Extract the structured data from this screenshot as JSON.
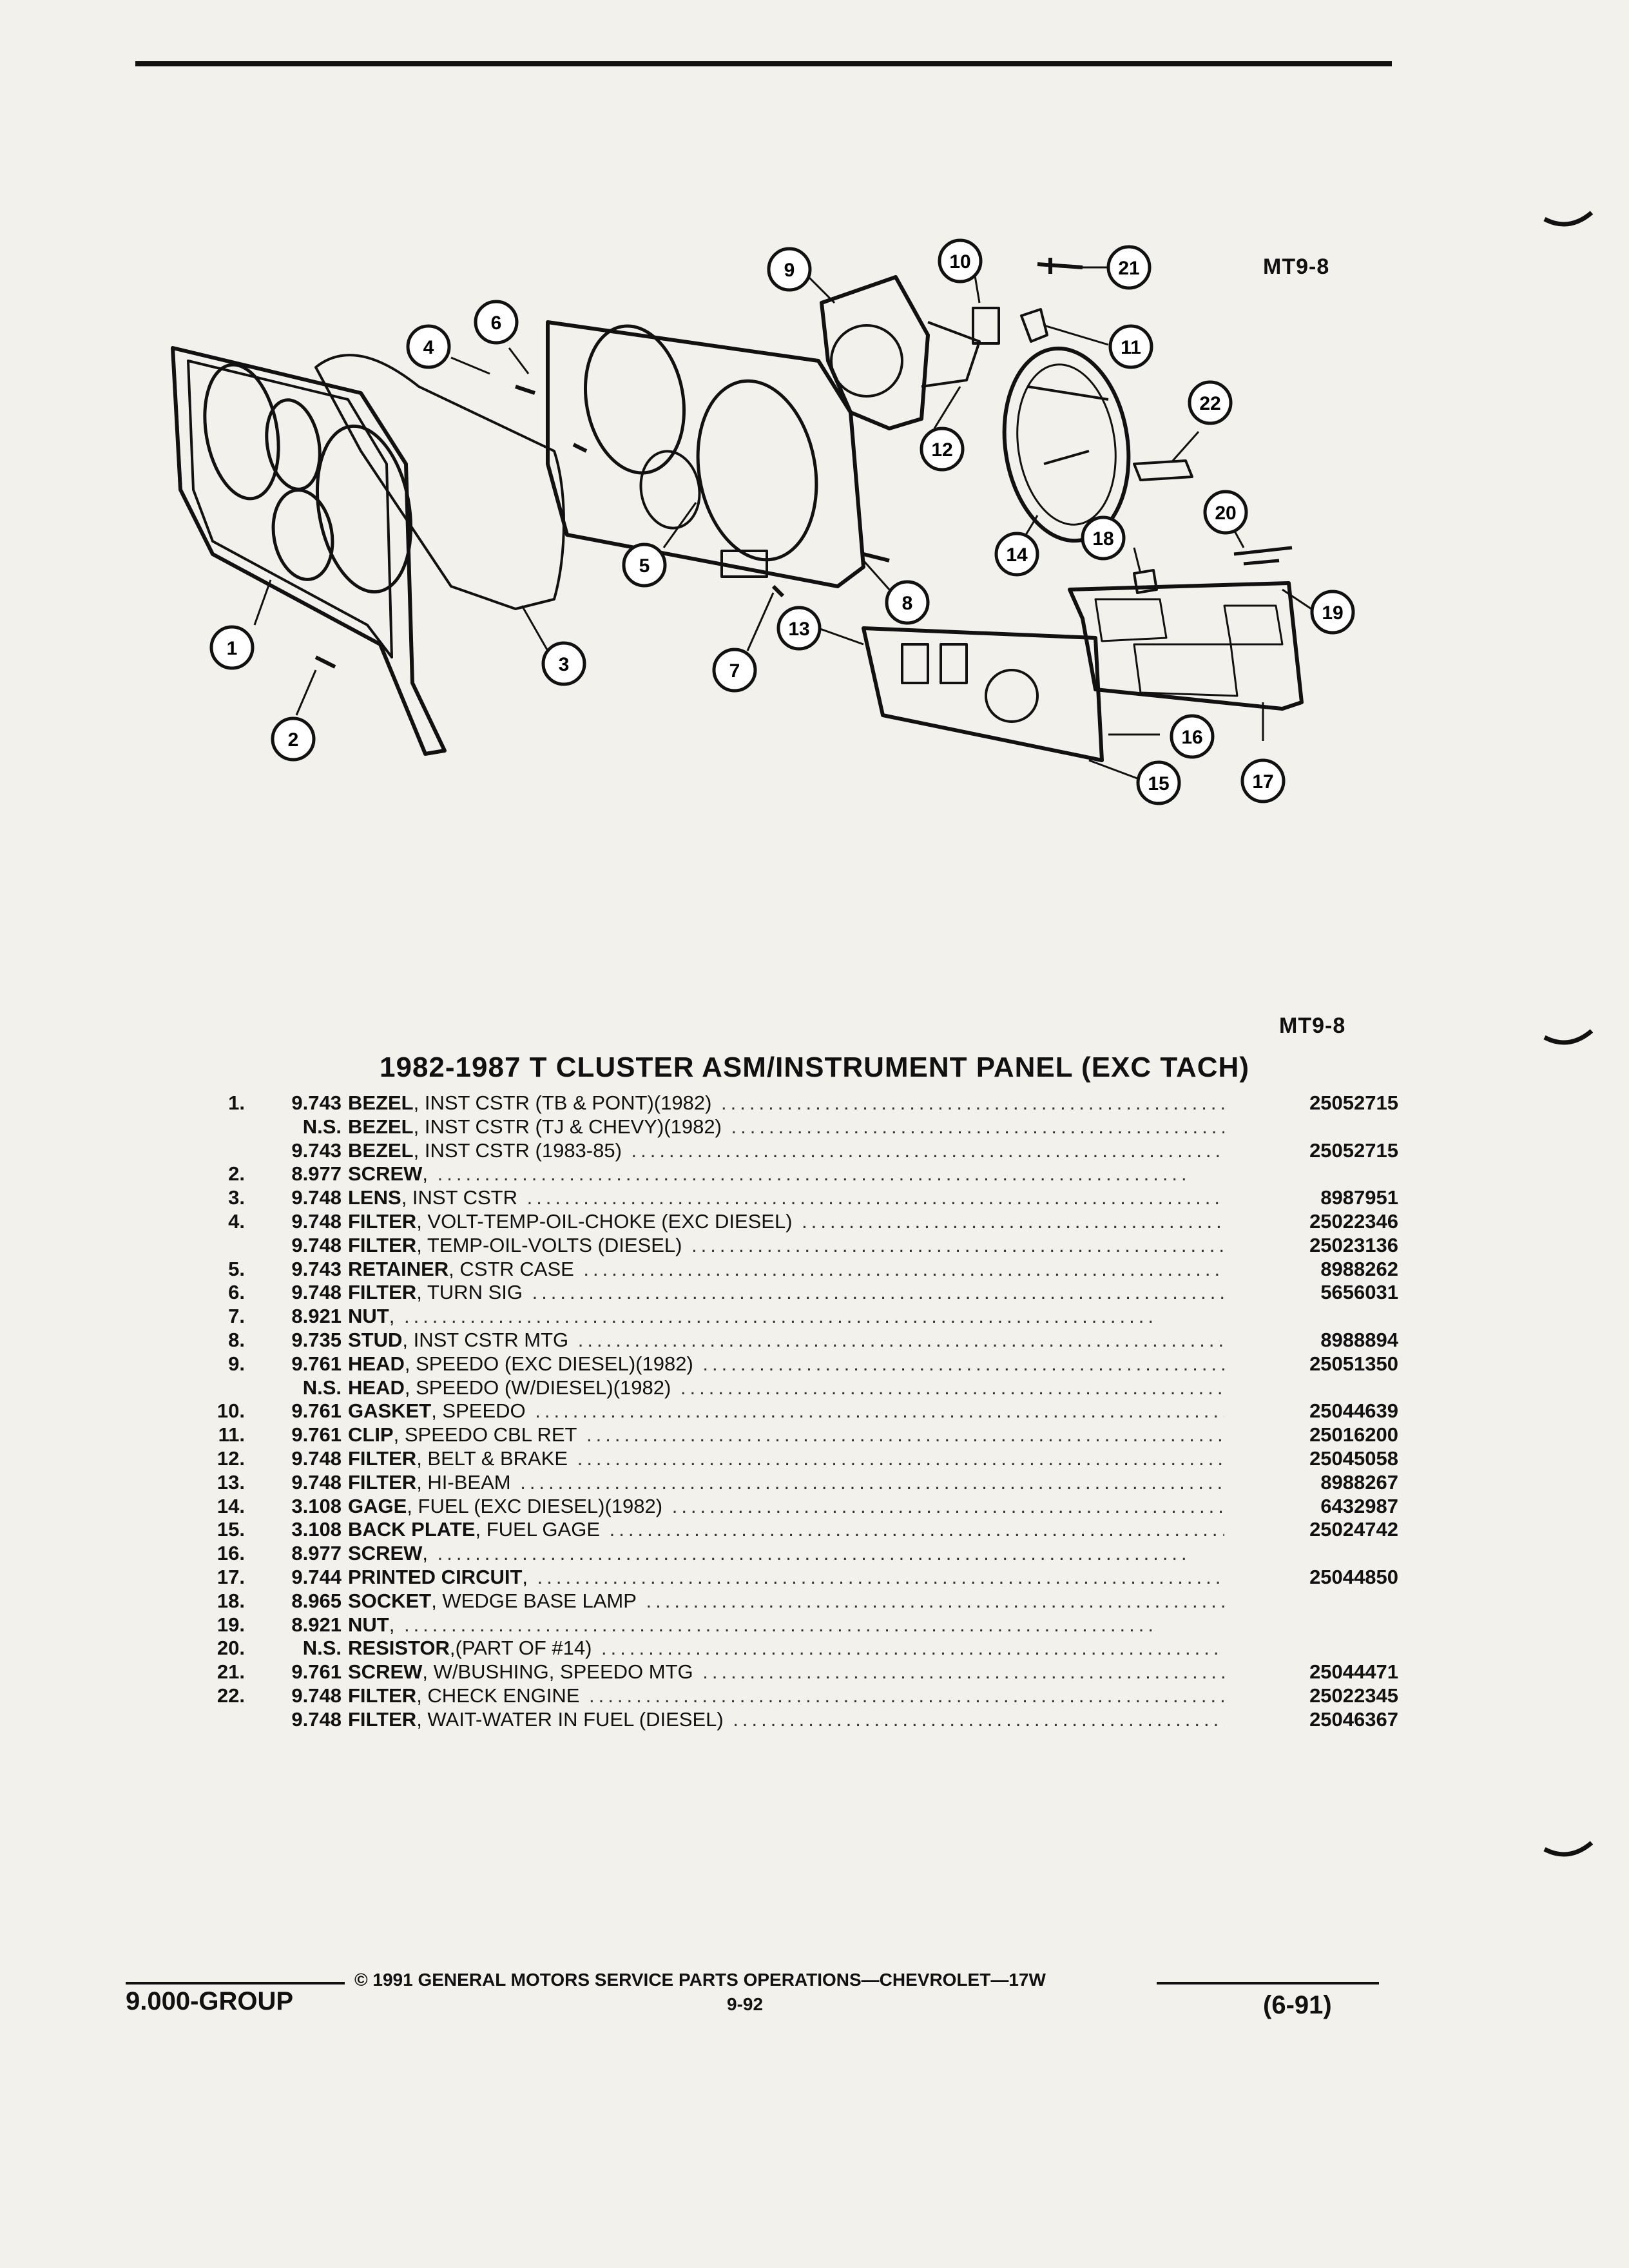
{
  "diagram": {
    "code": "MT9-8",
    "callouts": [
      "1",
      "2",
      "3",
      "4",
      "5",
      "6",
      "7",
      "8",
      "9",
      "10",
      "11",
      "12",
      "13",
      "14",
      "15",
      "16",
      "17",
      "18",
      "19",
      "20",
      "21",
      "22"
    ]
  },
  "list_code": "MT9-8",
  "title": "1982-1987 T CLUSTER ASM/INSTRUMENT PANEL (EXC TACH)",
  "parts": [
    {
      "num": "1.",
      "code": "9.743",
      "name": "BEZEL",
      "qual": ", INST CSTR (TB & PONT)(1982)",
      "part": "25052715"
    },
    {
      "num": "",
      "code": "N.S.",
      "name": "BEZEL",
      "qual": ", INST CSTR (TJ & CHEVY)(1982)",
      "part": ""
    },
    {
      "num": "",
      "code": "9.743",
      "name": "BEZEL",
      "qual": ", INST CSTR (1983-85)",
      "part": "25052715"
    },
    {
      "num": "2.",
      "code": "8.977",
      "name": "SCREW",
      "qual": ",",
      "part": ""
    },
    {
      "num": "3.",
      "code": "9.748",
      "name": "LENS",
      "qual": ", INST CSTR",
      "part": "8987951"
    },
    {
      "num": "4.",
      "code": "9.748",
      "name": "FILTER",
      "qual": ", VOLT-TEMP-OIL-CHOKE (EXC DIESEL)",
      "part": "25022346"
    },
    {
      "num": "",
      "code": "9.748",
      "name": "FILTER",
      "qual": ", TEMP-OIL-VOLTS (DIESEL)",
      "part": "25023136"
    },
    {
      "num": "5.",
      "code": "9.743",
      "name": "RETAINER",
      "qual": ", CSTR CASE",
      "part": "8988262"
    },
    {
      "num": "6.",
      "code": "9.748",
      "name": "FILTER",
      "qual": ", TURN SIG",
      "part": "5656031"
    },
    {
      "num": "7.",
      "code": "8.921",
      "name": "NUT",
      "qual": ",",
      "part": ""
    },
    {
      "num": "8.",
      "code": "9.735",
      "name": "STUD",
      "qual": ", INST CSTR MTG",
      "part": "8988894"
    },
    {
      "num": "9.",
      "code": "9.761",
      "name": "HEAD",
      "qual": ", SPEEDO (EXC DIESEL)(1982)",
      "part": "25051350"
    },
    {
      "num": "",
      "code": "N.S.",
      "name": "HEAD",
      "qual": ", SPEEDO (W/DIESEL)(1982)",
      "part": ""
    },
    {
      "num": "10.",
      "code": "9.761",
      "name": "GASKET",
      "qual": ", SPEEDO",
      "part": "25044639"
    },
    {
      "num": "11.",
      "code": "9.761",
      "name": "CLIP",
      "qual": ", SPEEDO CBL RET",
      "part": "25016200"
    },
    {
      "num": "12.",
      "code": "9.748",
      "name": "FILTER",
      "qual": ", BELT & BRAKE",
      "part": "25045058"
    },
    {
      "num": "13.",
      "code": "9.748",
      "name": "FILTER",
      "qual": ", HI-BEAM",
      "part": "8988267"
    },
    {
      "num": "14.",
      "code": "3.108",
      "name": "GAGE",
      "qual": ", FUEL (EXC DIESEL)(1982)",
      "part": "6432987"
    },
    {
      "num": "15.",
      "code": "3.108",
      "name": "BACK PLATE",
      "qual": ", FUEL GAGE",
      "part": "25024742"
    },
    {
      "num": "16.",
      "code": "8.977",
      "name": "SCREW",
      "qual": ",",
      "part": ""
    },
    {
      "num": "17.",
      "code": "9.744",
      "name": "PRINTED CIRCUIT",
      "qual": ",",
      "part": "25044850"
    },
    {
      "num": "18.",
      "code": "8.965",
      "name": "SOCKET",
      "qual": ", WEDGE BASE LAMP",
      "part": ""
    },
    {
      "num": "19.",
      "code": "8.921",
      "name": "NUT",
      "qual": ",",
      "part": ""
    },
    {
      "num": "20.",
      "code": "N.S.",
      "name": "RESISTOR",
      "qual": ",(PART OF #14)",
      "part": ""
    },
    {
      "num": "21.",
      "code": "9.761",
      "name": "SCREW",
      "qual": ", W/BUSHING, SPEEDO MTG",
      "part": "25044471"
    },
    {
      "num": "22.",
      "code": "9.748",
      "name": "FILTER",
      "qual": ", CHECK ENGINE",
      "part": "25022345"
    },
    {
      "num": "",
      "code": "9.748",
      "name": "FILTER",
      "qual": ", WAIT-WATER IN FUEL (DIESEL)",
      "part": "25046367"
    }
  ],
  "footer": {
    "copyright": "© 1991 GENERAL MOTORS SERVICE PARTS OPERATIONS—CHEVROLET—17W",
    "group": "9.000-GROUP",
    "page": "9-92",
    "revision": "(6-91)"
  }
}
